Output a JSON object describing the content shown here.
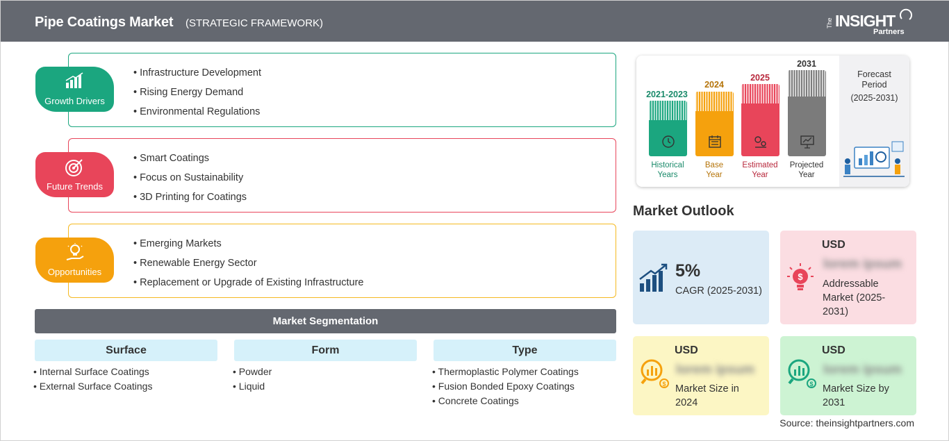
{
  "header": {
    "title": "Pipe Coatings Market",
    "subtitle": "(STRATEGIC FRAMEWORK)",
    "logo": {
      "the": "The",
      "insight": "INSIGHT",
      "partners": "Partners"
    }
  },
  "framework": [
    {
      "label": "Growth Drivers",
      "color": "#1ba67f",
      "icon": "bar-chart-growth-icon",
      "items": [
        "Infrastructure Development",
        "Rising Energy Demand",
        "Environmental Regulations"
      ]
    },
    {
      "label": "Future Trends",
      "color": "#e8455a",
      "icon": "target-icon",
      "items": [
        "Smart Coatings",
        "Focus on Sustainability",
        "3D Printing for Coatings"
      ]
    },
    {
      "label": "Opportunities",
      "color": "#f5a10d",
      "icon": "lightbulb-hand-icon",
      "items": [
        "Emerging Markets",
        "Renewable Energy Sector",
        "Replacement or Upgrade of Existing Infrastructure"
      ]
    }
  ],
  "segmentation": {
    "title": "Market Segmentation",
    "columns": [
      {
        "heading": "Surface",
        "items": [
          "Internal Surface Coatings",
          "External Surface Coatings"
        ]
      },
      {
        "heading": "Form",
        "items": [
          "Powder",
          "Liquid"
        ]
      },
      {
        "heading": "Type",
        "items": [
          "Thermoplastic Polymer Coatings",
          "Fusion Bonded Epoxy Coatings",
          "Concrete Coatings"
        ]
      }
    ]
  },
  "timeline": {
    "bars": [
      {
        "year": "2021-2023",
        "label_line1": "Historical",
        "label_line2": "Years",
        "color": "#1ba67f",
        "year_color": "#1a8a6a",
        "icon": "history-clock-icon"
      },
      {
        "year": "2024",
        "label_line1": "Base",
        "label_line2": "Year",
        "color": "#f5a10d",
        "year_color": "#b5740a",
        "icon": "calendar-icon"
      },
      {
        "year": "2025",
        "label_line1": "Estimated",
        "label_line2": "Year",
        "color": "#e8455a",
        "year_color": "#b8283c",
        "icon": "gears-chart-icon"
      },
      {
        "year": "2031",
        "label_line1": "Projected",
        "label_line2": "Year",
        "color": "#7b7b7b",
        "year_color": "#333333",
        "icon": "presentation-board-icon"
      }
    ],
    "forecast_title_line1": "Forecast",
    "forecast_title_line2": "Period",
    "forecast_period": "(2025-2031)"
  },
  "outlook": {
    "title": "Market Outlook",
    "cagr": {
      "value": "5%",
      "label": "CAGR (2025-2031)",
      "color": "#dcebf6"
    },
    "addressable": {
      "currency": "USD",
      "value": "lorem ipsum",
      "desc": [
        "Addressable",
        "Market (2025-",
        "2031)"
      ],
      "color": "#fbdde2"
    },
    "size2024": {
      "currency": "USD",
      "value": "lorem ipsum",
      "desc": [
        "Market Size in",
        "2024"
      ],
      "color": "#fcf6c4"
    },
    "size2031": {
      "currency": "USD",
      "value": "lorem ipsum",
      "desc": [
        "Market Size by",
        "2031"
      ],
      "color": "#cdf3d3"
    }
  },
  "source": "Source: theinsightpartners.com"
}
